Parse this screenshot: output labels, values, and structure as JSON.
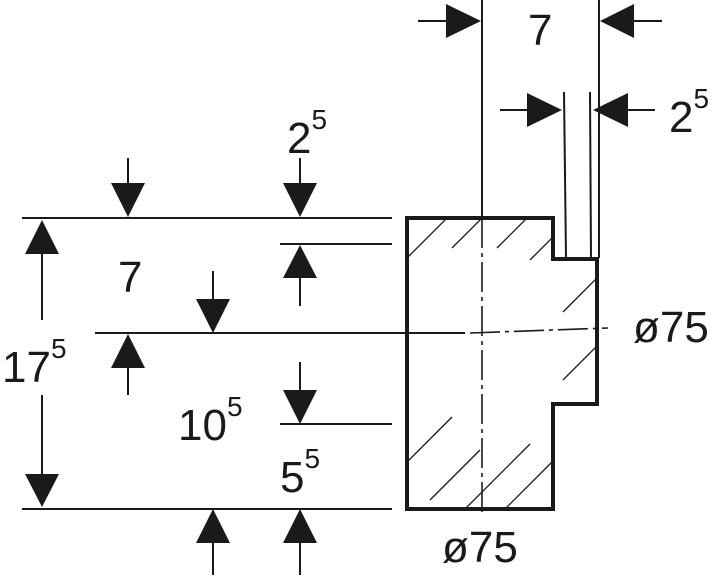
{
  "dimensions": {
    "top_width": {
      "base": "7",
      "sup": ""
    },
    "top_pipe_offset": {
      "base": "2",
      "sup": "5"
    },
    "left_top_offset": {
      "base": "2",
      "sup": "5"
    },
    "left_upper_height": {
      "base": "7",
      "sup": ""
    },
    "left_total_height": {
      "base": "17",
      "sup": "5"
    },
    "left_mid_height": {
      "base": "10",
      "sup": "5"
    },
    "left_bottom_height": {
      "base": "5",
      "sup": "5"
    },
    "side_diameter": {
      "base": "ø75",
      "sup": ""
    },
    "bottom_diameter": {
      "base": "ø75",
      "sup": ""
    }
  },
  "colors": {
    "line": "#1a1a1a",
    "background": "#ffffff"
  }
}
